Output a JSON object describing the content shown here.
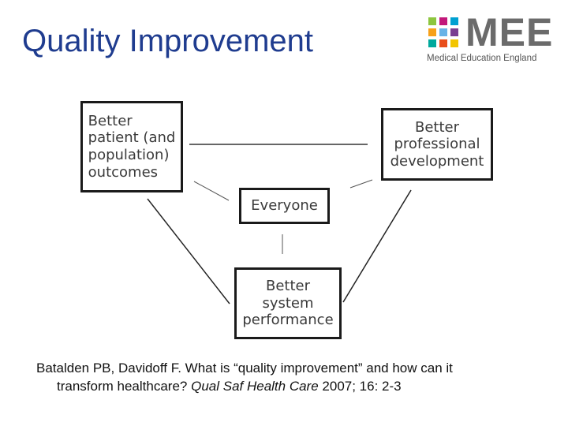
{
  "title": "Quality Improvement",
  "logo": {
    "wordmark": "MEE",
    "subtitle": "Medical Education England",
    "squares": [
      "#8dc63f",
      "#c2187a",
      "#00a0d1",
      "#f7a11a",
      "#69b3e7",
      "#7a3e91",
      "#00a99d",
      "#e94e1b",
      "#f2c500"
    ]
  },
  "diagram": {
    "box_outcomes": "Better\npatient (and\npopulation)\noutcomes",
    "box_professional": "Better\nprofessional\ndevelopment",
    "box_everyone": "Everyone",
    "box_system": "Better\nsystem\nperformance"
  },
  "citation": {
    "line1": "Batalden PB, Davidoff F. What is “quality improvement” and how can it",
    "line2_plain": "transform healthcare? ",
    "line2_italic": "Qual Saf Health Care",
    "line2_end": " 2007; 16: 2-3"
  }
}
